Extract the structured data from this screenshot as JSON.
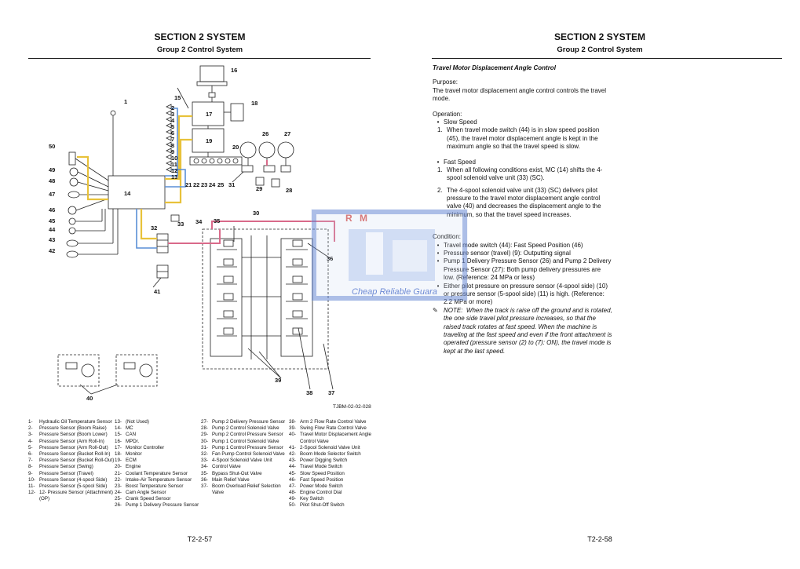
{
  "left_page": {
    "section_title": "SECTION 2 SYSTEM",
    "group_title": "Group 2 Control System",
    "figure_id": "TJBM-02-02-028",
    "page_number": "T2-2-57",
    "diagram_labels": {
      "n1": "1",
      "n2": "2",
      "n3": "3",
      "n4": "4",
      "n5": "5",
      "n6": "6",
      "n7": "7",
      "n8": "8",
      "n9": "9",
      "n10": "10",
      "n11": "11",
      "n12": "12",
      "n13": "13",
      "n14": "14",
      "n15": "15",
      "n16": "16",
      "n17": "17",
      "n18": "18",
      "n19": "19",
      "n20": "20",
      "n21": "21",
      "n22": "22",
      "n23": "23",
      "n24": "24",
      "n25": "25",
      "n26": "26",
      "n27": "27",
      "n28": "28",
      "n29": "29",
      "n30": "30",
      "n31": "31",
      "n32": "32",
      "n33": "33",
      "n34": "34",
      "n35": "35",
      "n36": "36",
      "n37": "37",
      "n38": "38",
      "n39": "39",
      "n40": "40",
      "n41": "41",
      "n42": "42",
      "n43": "43",
      "n44": "44",
      "n45": "45",
      "n46": "46",
      "n47": "47",
      "n48": "48",
      "n49": "49",
      "n50": "50"
    },
    "legend": [
      [
        {
          "num": "1-",
          "text": "Hydraulic Oil Temperature Sensor"
        },
        {
          "num": "2-",
          "text": "Pressure Sensor (Boom Raise)"
        },
        {
          "num": "3-",
          "text": "Pressure Sensor (Boom Lower)"
        },
        {
          "num": "4-",
          "text": "Pressure Sensor (Arm Roll-In)"
        },
        {
          "num": "5-",
          "text": "Pressure Sensor (Arm Roll-Out)"
        },
        {
          "num": "6-",
          "text": "Pressure Sensor (Bucket Roll-In)"
        },
        {
          "num": "7-",
          "text": "Pressure Sensor (Bucket Roll-Out)"
        },
        {
          "num": "8-",
          "text": "Pressure Sensor (Swing)"
        },
        {
          "num": "9-",
          "text": "Pressure Sensor (Travel)"
        },
        {
          "num": "10-",
          "text": "Pressure Sensor (4-spool Side)"
        },
        {
          "num": "11-",
          "text": "Pressure Sensor (5-spool Side)"
        },
        {
          "num": "12-",
          "text": "12- Pressure Sensor (Attachment) (OP)"
        }
      ],
      [
        {
          "num": "13-",
          "text": "(Not Used)"
        },
        {
          "num": "14-",
          "text": "MC"
        },
        {
          "num": "15-",
          "text": "CAN"
        },
        {
          "num": "16-",
          "text": "MPDr."
        },
        {
          "num": "17-",
          "text": "Monitor Controller"
        },
        {
          "num": "18-",
          "text": "Monitor"
        },
        {
          "num": "19-",
          "text": "ECM"
        },
        {
          "num": "20-",
          "text": "Engine"
        },
        {
          "num": "21-",
          "text": "Coolant Temperature Sensor"
        },
        {
          "num": "22-",
          "text": "Intake-Air Temperature Sensor"
        },
        {
          "num": "23-",
          "text": "Boost Temperature Sensor"
        },
        {
          "num": "24-",
          "text": "Cam Angle Sensor"
        },
        {
          "num": "25-",
          "text": "Crank Speed Sensor"
        },
        {
          "num": "26-",
          "text": "Pump 1 Delivery Pressure Sensor"
        }
      ],
      [
        {
          "num": "27-",
          "text": "Pump 2 Delivery Pressure Sensor"
        },
        {
          "num": "28-",
          "text": "Pump 2 Control Solenoid Valve"
        },
        {
          "num": "29-",
          "text": "Pump 2 Control Pressure Sensor"
        },
        {
          "num": "30-",
          "text": "Pump 1 Control Solenoid Valve"
        },
        {
          "num": "31-",
          "text": "Pump 1 Control Pressure Sensor"
        },
        {
          "num": "32-",
          "text": "Fan Pump Control Solenoid Valve"
        },
        {
          "num": "33-",
          "text": "4-Spool Solenoid Valve Unit"
        },
        {
          "num": "34-",
          "text": "Control Valve"
        },
        {
          "num": "35-",
          "text": "Bypass Shut-Out Valve"
        },
        {
          "num": "36-",
          "text": "Main Relief Valve"
        },
        {
          "num": "37-",
          "text": "Boom Overload Relief Selection Valve"
        }
      ],
      [
        {
          "num": "38-",
          "text": "Arm 2 Flow Rate Control Valve"
        },
        {
          "num": "39-",
          "text": "Swing Flow Rate Control Valve"
        },
        {
          "num": "40-",
          "text": "Travel Motor Displacement Angle Control Valve"
        },
        {
          "num": "41-",
          "text": "2-Spool Solenoid Valve Unit"
        },
        {
          "num": "42-",
          "text": "Boom Mode Selector Switch"
        },
        {
          "num": "43-",
          "text": "Power Digging Switch"
        },
        {
          "num": "44-",
          "text": "Travel Mode Switch"
        },
        {
          "num": "45-",
          "text": "Slow Speed Position"
        },
        {
          "num": "46-",
          "text": "Fast Speed Position"
        },
        {
          "num": "47-",
          "text": "Power Mode Switch"
        },
        {
          "num": "48-",
          "text": "Engine Control Dial"
        },
        {
          "num": "49-",
          "text": "Key Switch"
        },
        {
          "num": "50-",
          "text": "Pilot Shut-Off Switch"
        }
      ]
    ],
    "colors": {
      "can_line": "#e8c23a",
      "blue_line": "#5a8fd6",
      "pink_line": "#d96a8a",
      "ink": "#222222"
    }
  },
  "right_page": {
    "section_title": "SECTION 2 SYSTEM",
    "group_title": "Group 2 Control System",
    "page_number": "T2-2-58",
    "heading": "Travel Motor Displacement Angle Control",
    "purpose_label": "Purpose:",
    "purpose_text": "The travel motor displacement angle control controls the travel mode.",
    "operation_label": "Operation:",
    "slow_speed": {
      "label": "Slow Speed",
      "steps": [
        {
          "num": "1.",
          "text": "When travel mode switch (44) is in slow speed position (45), the travel motor displacement angle is kept in the maximum angle so that the travel speed is slow."
        }
      ]
    },
    "fast_speed": {
      "label": "Fast Speed",
      "steps": [
        {
          "num": "1.",
          "text": "When all following conditions exist, MC (14) shifts the 4-spool solenoid valve unit (33) (SC)."
        },
        {
          "num": "2.",
          "text": "The 4-spool solenoid valve unit (33) (SC) delivers pilot pressure to the travel motor displacement angle control valve (40) and decreases the displacement angle to the minimum, so that the travel speed increases."
        }
      ]
    },
    "condition_label": "Condition:",
    "conditions": [
      "Travel mode switch (44): Fast Speed Position (46)",
      "Pressure sensor (travel) (9): Outputting signal",
      "Pump 1 Delivery Pressure Sensor (26) and Pump 2 Delivery Pressure Sensor (27): Both pump delivery pressures are low. (Reference: 24 MPa or less)",
      "Either pilot pressure on pressure sensor (4-spool side) (10) or pressure sensor (5-spool side) (11) is high. (Reference: 2.2 MPa or more)"
    ],
    "note_label": "NOTE:",
    "note_text": "When the track is raise off the ground and is rotated, the one side travel pilot pressure increases, so that the raised track rotates at fast speed. When the machine is traveling at the fast speed and even if the front attachment is operated (pressure sensor (2) to (7): ON), the travel mode is kept at the last speed.",
    "watermark_text": "Cheap Reliable Guara",
    "watermark_logo": "R M"
  }
}
